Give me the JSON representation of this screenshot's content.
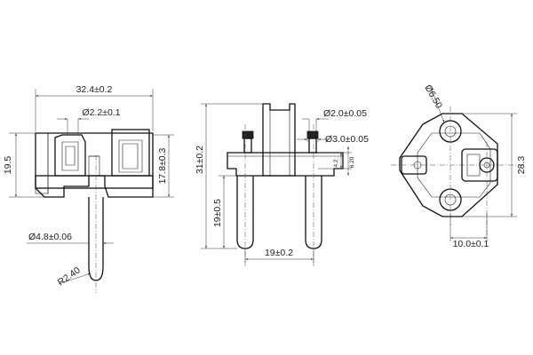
{
  "left_view": {
    "dims": {
      "width": "32.4±0.2",
      "hole": "Ø2.2±0.1",
      "height_left": "19.5",
      "height_right": "17.8±0.3",
      "pin_dia": "Ø4.8±0.06",
      "radius": "R2.40"
    }
  },
  "front_view": {
    "dims": {
      "total": "31±0.2",
      "pin_len": "19±0.5",
      "pitch": "19±0.2",
      "small_dia": "Ø2.0±0.05",
      "head_dia": "Ø3.0±0.05",
      "h1": "4.2",
      "h2": "6.20"
    }
  },
  "right_view": {
    "dims": {
      "circle": "Ø6.50",
      "height": "28.3",
      "offset": "10.0±0.1"
    }
  }
}
